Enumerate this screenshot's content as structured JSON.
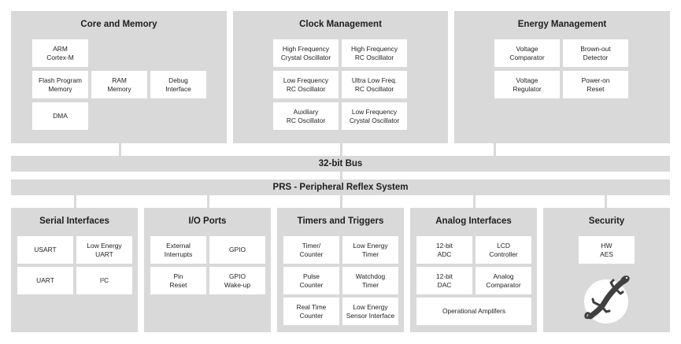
{
  "panels": {
    "core": {
      "title": "Core and Memory",
      "items": [
        "ARM\nCortex-M",
        "Flash Program\nMemory",
        "RAM\nMemory",
        "Debug\nInterface",
        "DMA"
      ]
    },
    "clock": {
      "title": "Clock Management",
      "items": [
        "High Frequency\nCrystal Oscillator",
        "High Frequency\nRC Oscillator",
        "Low Frequency\nRC Oscillator",
        "Ultra Low Freq.\nRC Oscillator",
        "Auxiliary\nRC Oscillator",
        "Low Frequency\nCrystal Oscillator"
      ]
    },
    "energy": {
      "title": "Energy Management",
      "items": [
        "Voltage\nComparator",
        "Brown-out\nDetector",
        "Voltage\nRegulator",
        "Power-on\nReset"
      ]
    },
    "serial": {
      "title": "Serial Interfaces",
      "items": [
        "USART",
        "Low Energy\nUART",
        "UART",
        "I²C"
      ]
    },
    "io": {
      "title": "I/O Ports",
      "items": [
        "External\nInterrupts",
        "GPIO",
        "Pin\nReset",
        "GPIO\nWake-up"
      ]
    },
    "timers": {
      "title": "Timers and Triggers",
      "items": [
        "Timer/\nCounter",
        "Low Energy\nTimer",
        "Pulse\nCounter",
        "Watchdog\nTimer",
        "Real Time\nCounter",
        "Low Energy\nSensor Interface"
      ]
    },
    "analog": {
      "title": "Analog Interfaces",
      "items": [
        "12-bit\nADC",
        "LCD\nController",
        "12-bit\nDAC",
        "Analog\nComparator",
        "Operational Amplifers"
      ]
    },
    "security": {
      "title": "Security",
      "items": [
        "HW\nAES"
      ],
      "logo_icon": "gecko-icon"
    }
  },
  "bus": {
    "label": "32-bit Bus"
  },
  "prs": {
    "label": "PRS - Peripheral Reflex System"
  },
  "colors": {
    "panel": "#d9d9d9",
    "box": "#ffffff",
    "gecko": "#404040"
  }
}
